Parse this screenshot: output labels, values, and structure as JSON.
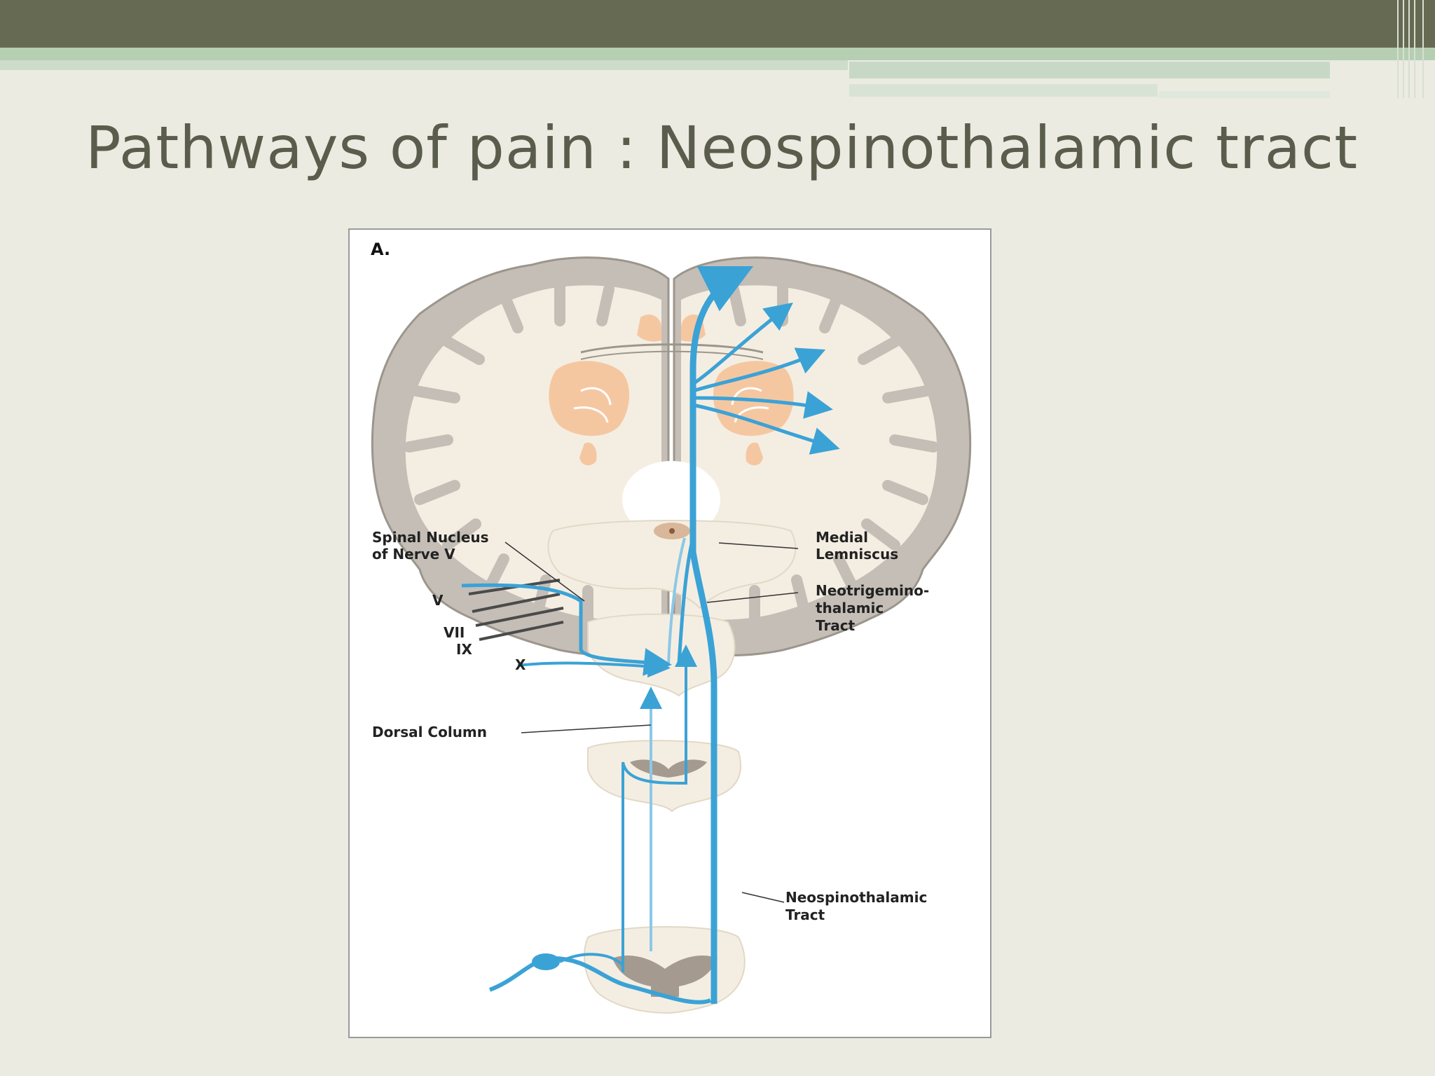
{
  "slide": {
    "title": "Pathways of pain : Neospinothalamic tract"
  },
  "figure": {
    "panel_letter": "A.",
    "labels": {
      "spinal_nucleus_1": "Spinal Nucleus",
      "spinal_nucleus_2": "of Nerve V",
      "nerve_v": "V",
      "nerve_vii": "VII",
      "nerve_ix": "IX",
      "nerve_x": "X",
      "dorsal_column": "Dorsal Column",
      "medial_lemniscus_1": "Medial",
      "medial_lemniscus_2": "Lemniscus",
      "neotrigemino_1": "Neotrigemino-",
      "neotrigemino_2": "thalamic",
      "neotrigemino_3": "Tract",
      "neospino_1": "Neospinothalamic",
      "neospino_2": "Tract"
    },
    "colors": {
      "tract": "#3ba2d6",
      "tract_light": "#8cc8e6",
      "cortex": "#c4beb6",
      "white_matter": "#f4eee2",
      "nuclei": "#f5c7a1",
      "grey_matter": "#a49a90"
    }
  }
}
